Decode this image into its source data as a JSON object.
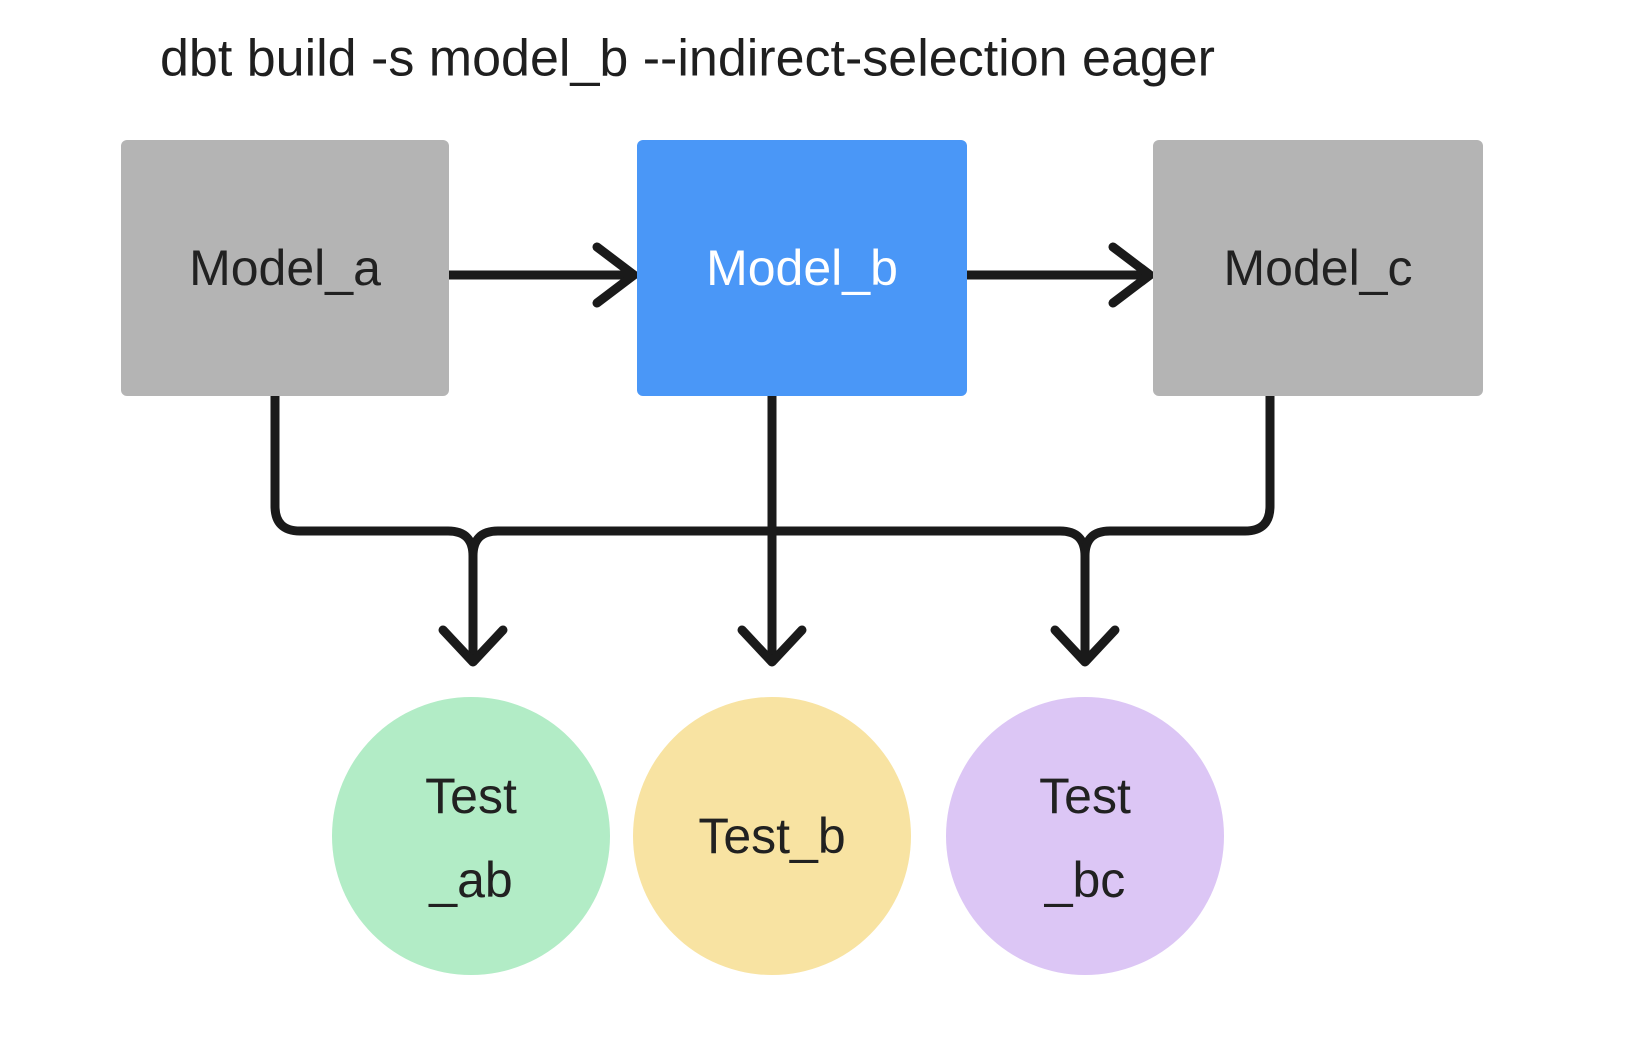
{
  "title": "dbt build -s model_b --indirect-selection eager",
  "palette": {
    "background": "#ffffff",
    "model_default_fill": "#b4b4b4",
    "model_selected_fill": "#4a97f7",
    "test_ab_fill": "#b2ecc6",
    "test_b_fill": "#f8e3a2",
    "test_bc_fill": "#dcc6f5",
    "edge_stroke": "#1a1a1a",
    "label_dark": "#212121",
    "label_light": "#ffffff"
  },
  "nodes": {
    "models": [
      {
        "id": "model_a",
        "label": "Model_a",
        "shape": "rect",
        "selected": false
      },
      {
        "id": "model_b",
        "label": "Model_b",
        "shape": "rect",
        "selected": true
      },
      {
        "id": "model_c",
        "label": "Model_c",
        "shape": "rect",
        "selected": false
      }
    ],
    "tests": [
      {
        "id": "test_ab",
        "label_line1": "Test",
        "label_line2": "_ab",
        "shape": "circle"
      },
      {
        "id": "test_b",
        "label_line1": "Test_b",
        "label_line2": "",
        "shape": "circle"
      },
      {
        "id": "test_bc",
        "label_line1": "Test",
        "label_line2": "_bc",
        "shape": "circle"
      }
    ]
  },
  "edges": [
    {
      "from": "model_a",
      "to": "model_b",
      "style": "arrow"
    },
    {
      "from": "model_b",
      "to": "model_c",
      "style": "arrow"
    },
    {
      "from": "model_a",
      "to": "test_ab",
      "style": "arrow"
    },
    {
      "from": "model_b",
      "to": "test_ab",
      "style": "arrow"
    },
    {
      "from": "model_b",
      "to": "test_b",
      "style": "arrow"
    },
    {
      "from": "model_b",
      "to": "test_bc",
      "style": "arrow"
    },
    {
      "from": "model_c",
      "to": "test_bc",
      "style": "arrow"
    }
  ]
}
